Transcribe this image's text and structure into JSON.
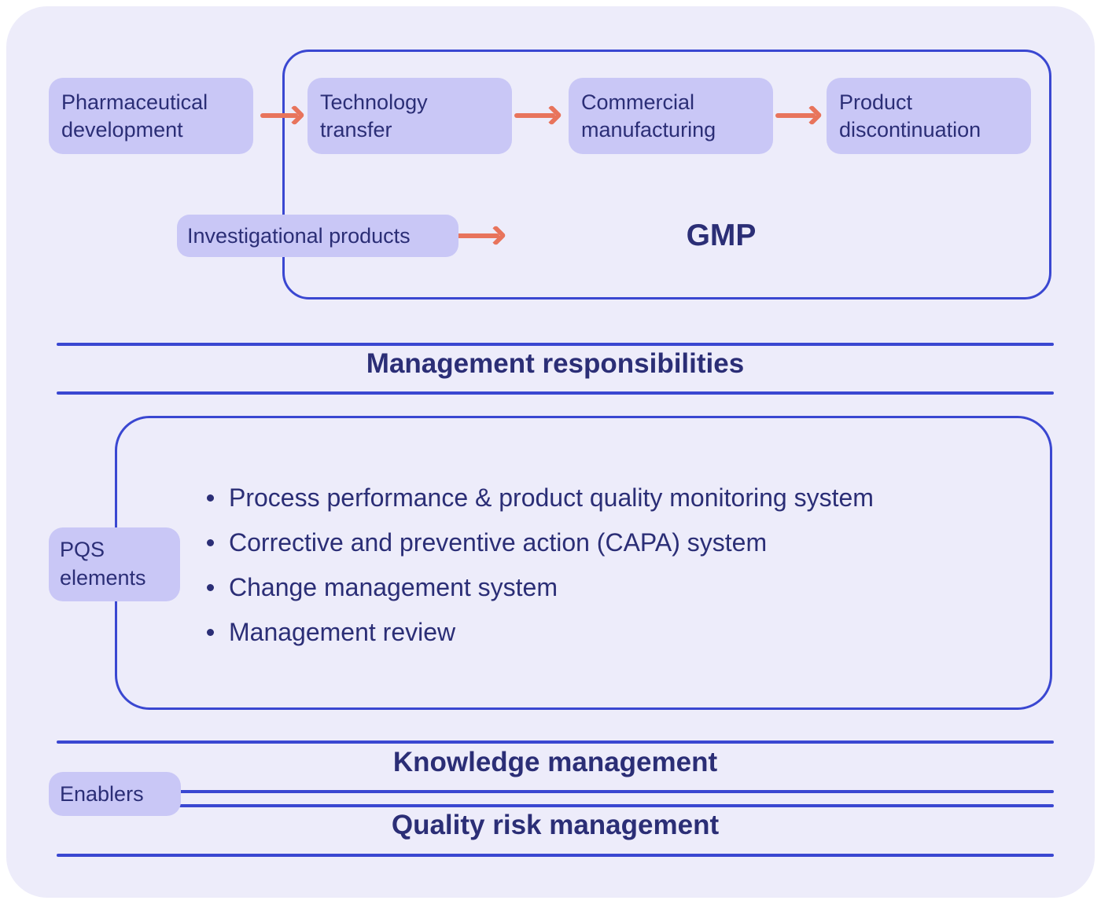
{
  "colors": {
    "page_background": "#edecfa",
    "outer_background": "#ffffff",
    "box_fill": "#c9c7f6",
    "text_dark_indigo": "#2b2e76",
    "line_blue": "#3a47d1",
    "arrow_orange": "#e8745c"
  },
  "lifecycle": {
    "stages": [
      {
        "label": "Pharmaceutical development"
      },
      {
        "label": "Technology transfer"
      },
      {
        "label": "Commercial manufacturing"
      },
      {
        "label": "Product discontinuation"
      }
    ],
    "investigational_label": "Investigational products",
    "gmp_label": "GMP"
  },
  "bands": {
    "management_responsibilities": "Management responsibilities",
    "knowledge_management": "Knowledge management",
    "quality_risk_management": "Quality risk management"
  },
  "pqs": {
    "label": "PQS elements",
    "items": [
      "Process performance & product quality monitoring system",
      "Corrective and preventive action (CAPA) system",
      "Change management system",
      "Management review"
    ]
  },
  "enablers": {
    "label": "Enablers"
  }
}
